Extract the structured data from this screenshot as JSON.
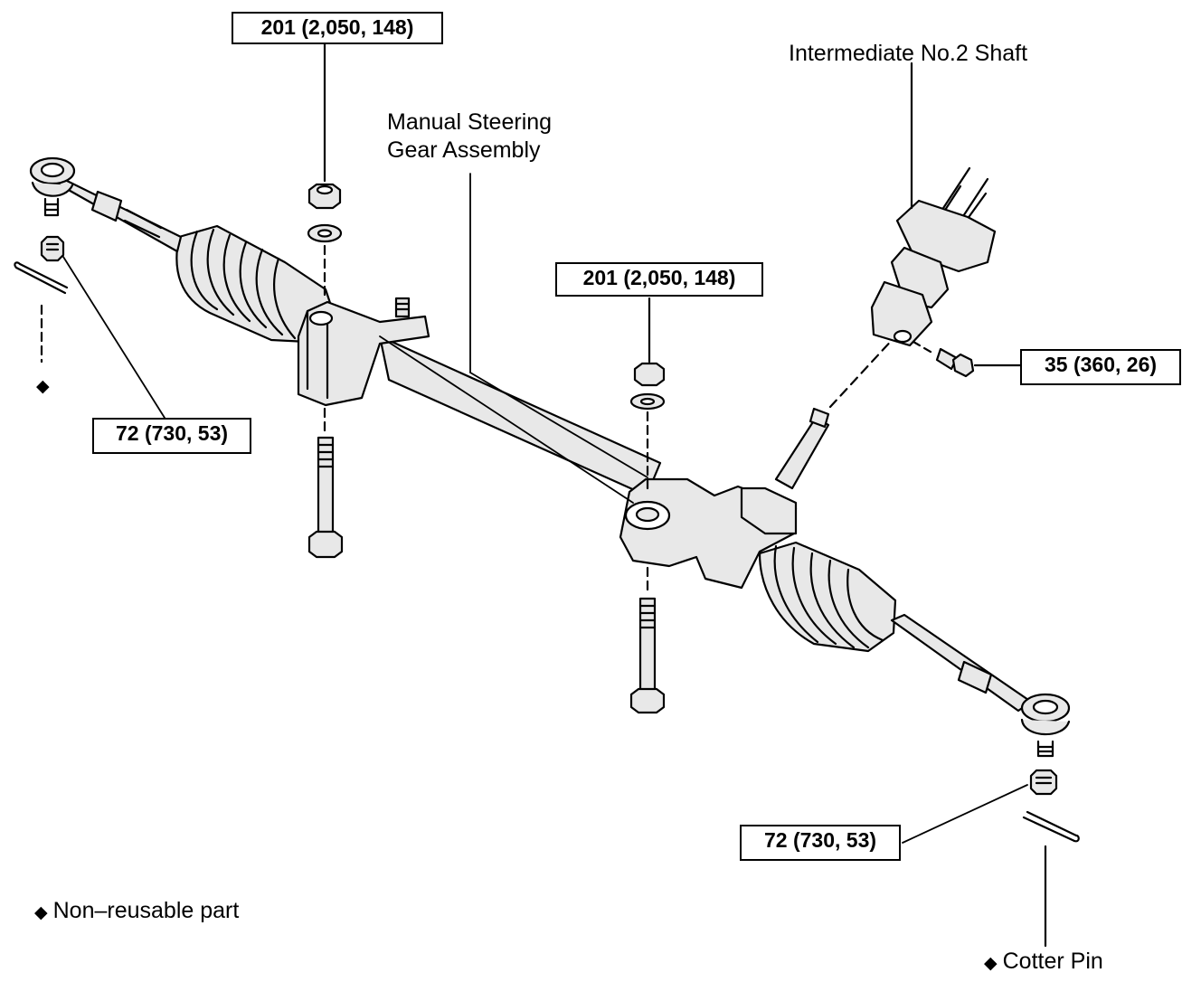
{
  "labels": {
    "torque_top": "201 (2,050, 148)",
    "torque_mid": "201 (2,050, 148)",
    "torque_shaft_bolt": "35 (360, 26)",
    "torque_left_nut": "72 (730, 53)",
    "torque_right_nut": "72 (730, 53)",
    "gear_assembly_line1": "Manual Steering",
    "gear_assembly_line2": "Gear Assembly",
    "intermediate_shaft": "Intermediate No.2 Shaft",
    "non_reusable_marker": "◆",
    "non_reusable_legend": "Non–reusable part",
    "cotter_pin_marker": "◆",
    "cotter_pin": "Cotter Pin",
    "left_cotter_marker": "◆"
  },
  "colors": {
    "ink": "#000000",
    "part_fill": "#e8e8e8",
    "background": "#ffffff"
  },
  "icons": [
    "non-reusable-diamond-icon"
  ]
}
